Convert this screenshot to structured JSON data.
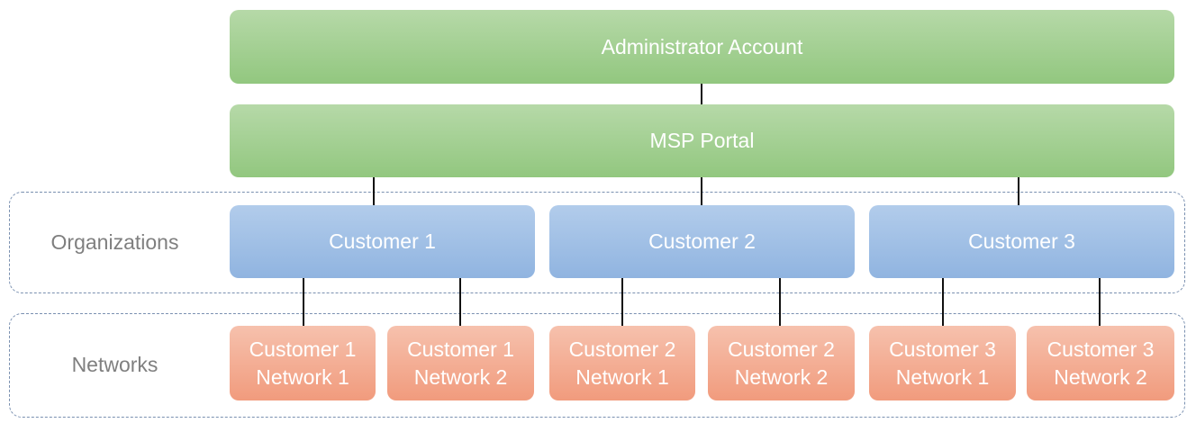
{
  "top": {
    "label": "Administrator Account"
  },
  "portal": {
    "label": "MSP Portal"
  },
  "organizations": {
    "label": "Organizations",
    "customers": [
      {
        "label": "Customer 1"
      },
      {
        "label": "Customer 2"
      },
      {
        "label": "Customer 3"
      }
    ]
  },
  "networks": {
    "label": "Networks",
    "items": [
      {
        "line1": "Customer 1",
        "line2": "Network 1"
      },
      {
        "line1": "Customer 1",
        "line2": "Network 2"
      },
      {
        "line1": "Customer 2",
        "line2": "Network 1"
      },
      {
        "line1": "Customer 2",
        "line2": "Network 2"
      },
      {
        "line1": "Customer 3",
        "line2": "Network 1"
      },
      {
        "line1": "Customer 3",
        "line2": "Network 2"
      }
    ]
  },
  "colors": {
    "green": "#92c77f",
    "blue": "#90b4e0",
    "orange": "#f19b7d",
    "group_border": "#7a90b0",
    "label_text": "#7f7f7f"
  }
}
